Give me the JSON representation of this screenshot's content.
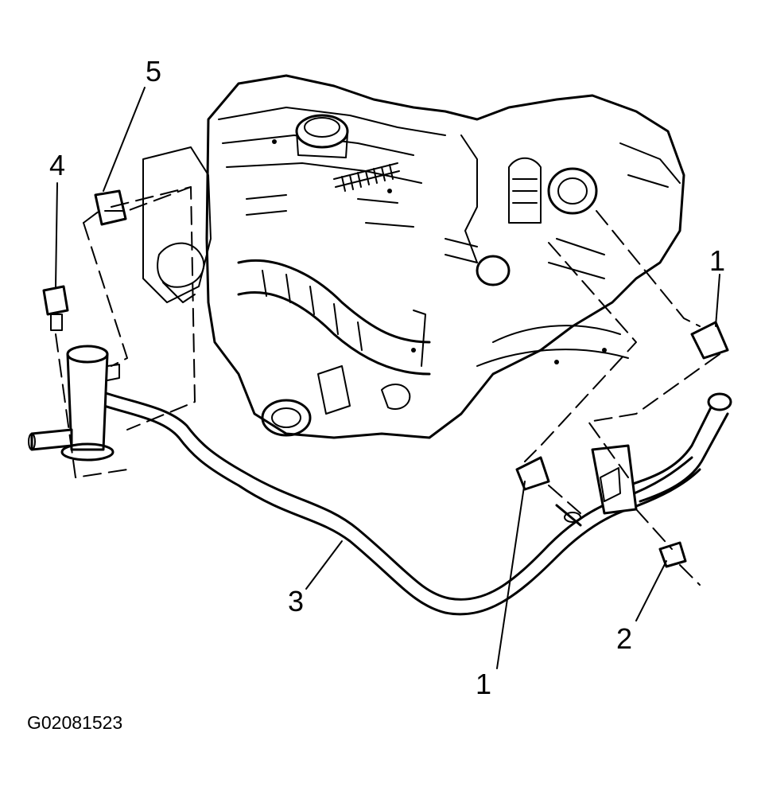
{
  "callouts": [
    {
      "id": "1a",
      "label": "1"
    },
    {
      "id": "1b",
      "label": "1"
    },
    {
      "id": "2",
      "label": "2"
    },
    {
      "id": "3",
      "label": "3"
    },
    {
      "id": "4",
      "label": "4"
    },
    {
      "id": "5",
      "label": "5"
    }
  ],
  "figure_id": "G02081523"
}
